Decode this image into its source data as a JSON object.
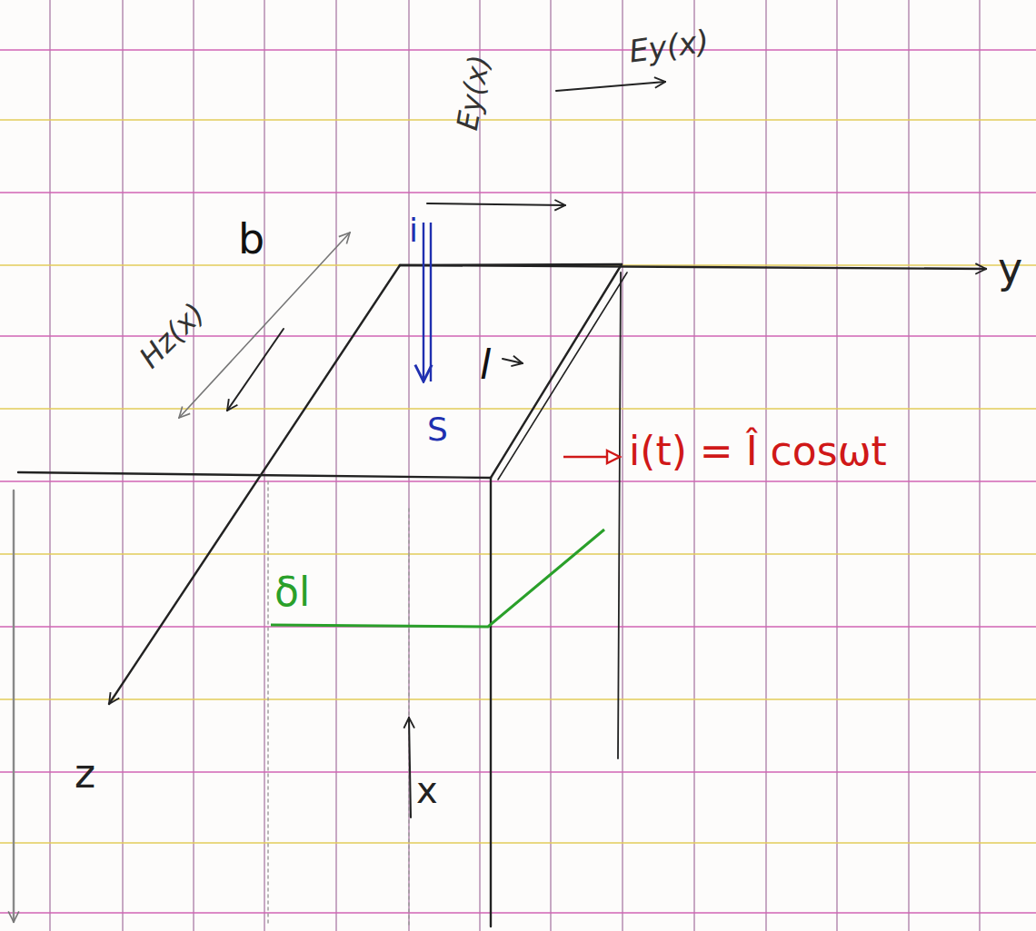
{
  "diagram": {
    "labels": [
      "Ey(x)",
      "Ey(x)",
      "b",
      "Hz(x)",
      "i",
      "l",
      "S",
      "i(t) = Î cosωt",
      "δl",
      "y",
      "z",
      "x"
    ]
  }
}
